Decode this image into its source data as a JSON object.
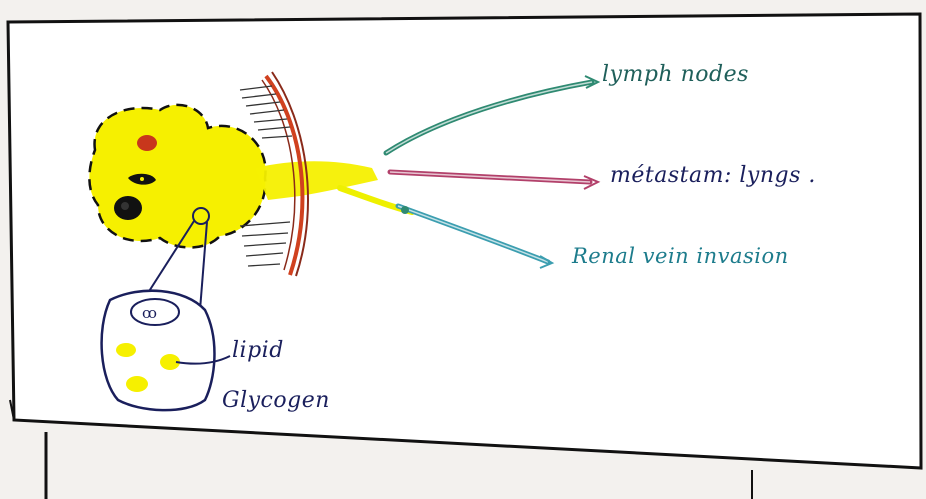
{
  "labels": {
    "lymph_nodes": "lymph nodes",
    "metastasis_lungs": "métastam: lyngs .",
    "renal_vein": "Renal vein invasion",
    "lipid": "lipid",
    "glycogen": "Glycogen"
  },
  "colors": {
    "tumor_yellow": "#f6f000",
    "lymph_arrow": "#2f8a72",
    "mets_arrow": "#b2406a",
    "renal_arrow": "#3c9eb0",
    "ink": "#1a1f5c",
    "capsule_red": "#d0411f"
  }
}
